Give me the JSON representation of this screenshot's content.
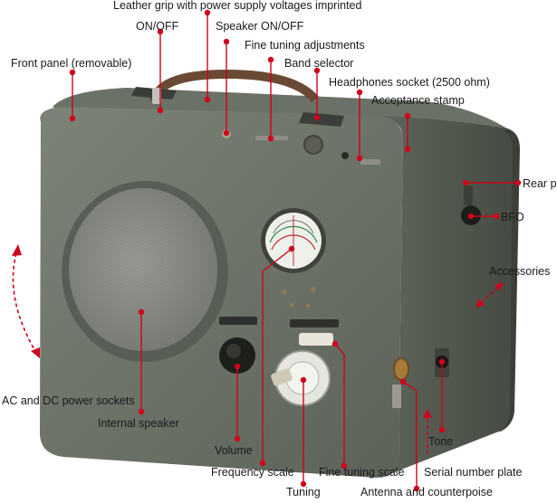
{
  "labels": {
    "leather_grip": "Leather grip with power supply voltages imprinted",
    "on_off": "ON/OFF",
    "speaker_on_off": "Speaker ON/OFF",
    "fine_tuning_adjustments": "Fine tuning adjustments",
    "front_panel": "Front panel (removable)",
    "band_selector": "Band selector",
    "headphones_socket": "Headphones socket (2500 ohm)",
    "acceptance_stamp": "Acceptance stamp",
    "rear_panel": "Rear panel",
    "bfo": "BFO",
    "accessories": "Accessories",
    "ac_dc_sockets": "AC and DC power sockets",
    "internal_speaker": "Internal speaker",
    "volume": "Volume",
    "tone": "Tone",
    "frequency_scale": "Frequency scale",
    "fine_tuning_scale": "Fine tuning scale",
    "serial_number_plate": "Serial number plate",
    "tuning": "Tuning",
    "antenna_counterpoise": "Antenna and counterpoise"
  },
  "colors": {
    "callout": "#d0021b",
    "case": "#6f766a",
    "case_dark": "#4d534a",
    "speaker_grille": "#8c8f88",
    "label_text": "#1a1a1a"
  }
}
